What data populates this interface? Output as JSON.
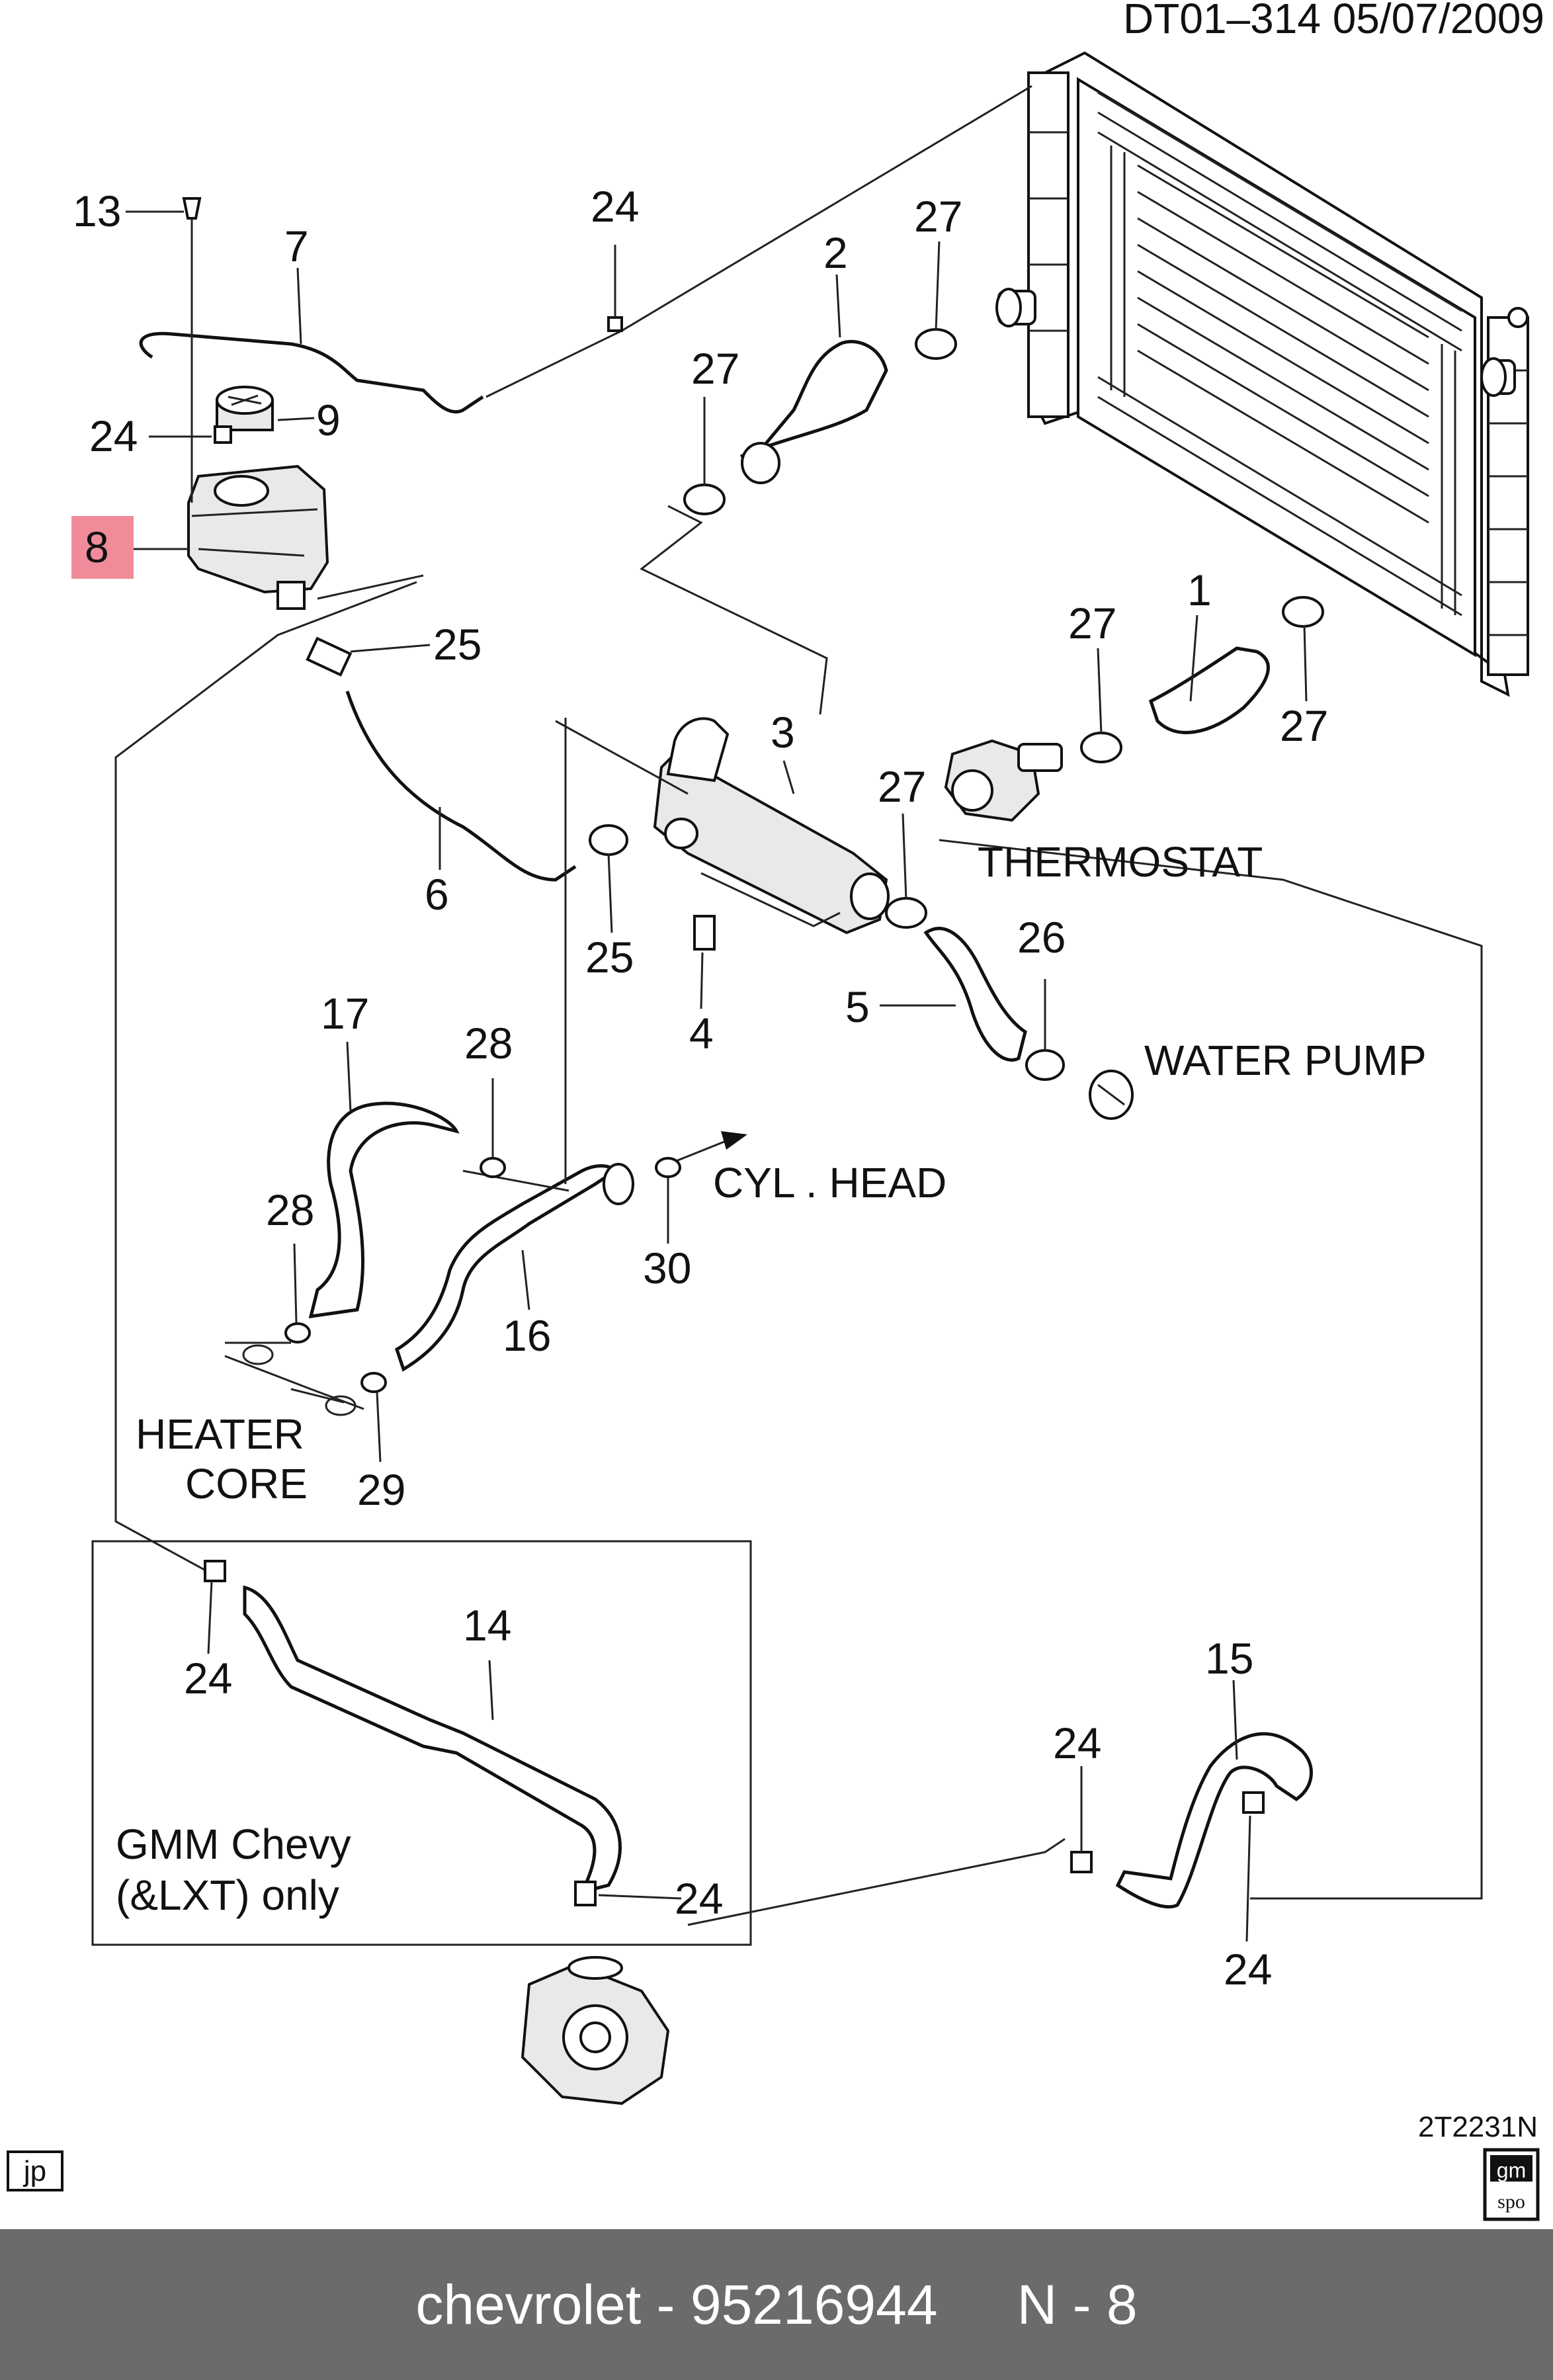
{
  "header": {
    "doc_code": "DT01–314  05/07/2009"
  },
  "corner_code": "2T2231N",
  "badge_jp": "jp",
  "badge_gm_top": "gm",
  "badge_gm_bottom": "spo",
  "highlight_color": "#f08c9a",
  "labels": {
    "thermostat": "THERMOSTAT",
    "water_pump": "WATER PUMP",
    "cyl_head": "CYL . HEAD",
    "heater_line1": "HEATER",
    "heater_line2": "CORE",
    "gmm_line1": "GMM Chevy",
    "gmm_line2": "(&LXT) only"
  },
  "callouts": {
    "c13": "13",
    "c7": "7",
    "c24a": "24",
    "c2": "2",
    "c27a": "27",
    "c27b": "27",
    "c24b": "24",
    "c9": "9",
    "c8": "8",
    "c25a": "25",
    "c1": "1",
    "c27c": "27",
    "c27d": "27",
    "c3": "3",
    "c27e": "27",
    "c6": "6",
    "c25b": "25",
    "c4": "4",
    "c5": "5",
    "c26": "26",
    "c17": "17",
    "c28a": "28",
    "c28b": "28",
    "c30": "30",
    "c16": "16",
    "c29": "29",
    "c14": "14",
    "c24c": "24",
    "c15": "15",
    "c24d": "24",
    "c24e": "24",
    "c24f": "24"
  },
  "footer": {
    "brand_part": "chevrolet - 95216944",
    "ref": "N - 8"
  }
}
